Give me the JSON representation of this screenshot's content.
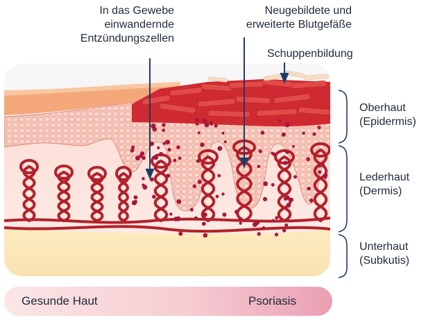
{
  "labels": {
    "immune_cells": [
      "In das Gewebe",
      "einwandernde",
      "Entzündungszellen"
    ],
    "vessels": [
      "Neugebildete und",
      "erweiterte Blutgefäße"
    ],
    "scaling": "Schuppenbildung",
    "epidermis": [
      "Oberhaut",
      "(Epidermis)"
    ],
    "dermis": [
      "Lederhaut",
      "(Dermis)"
    ],
    "subcutis": [
      "Unterhaut",
      "(Subkutis)"
    ]
  },
  "bar": {
    "left": "Gesunde Haut",
    "right": "Psoriasis"
  },
  "colors": {
    "arrow": "#1f3a66",
    "vessel": "#b3202a",
    "plaque": "#cf2a32",
    "epidermis": "#f2b8a8",
    "dermis": "#fbe3dc",
    "fat": "#fbe7b8",
    "immune_cell": "#a8173a",
    "bracket": "#1f3a66"
  }
}
